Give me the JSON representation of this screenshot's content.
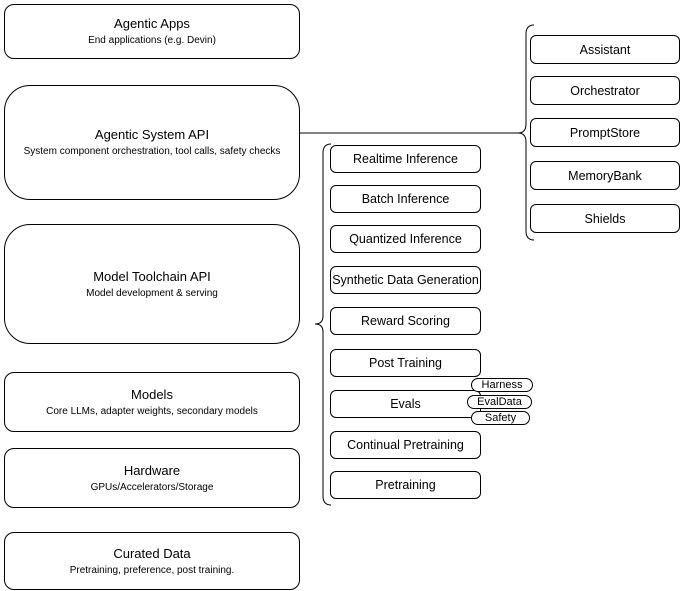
{
  "layers": [
    {
      "title": "Agentic Apps",
      "subtitle": "End applications (e.g. Devin)"
    },
    {
      "title": "Agentic System API",
      "subtitle": "System component orchestration, tool calls, safety checks"
    },
    {
      "title": "Model Toolchain API",
      "subtitle": "Model development & serving"
    },
    {
      "title": "Models",
      "subtitle": "Core LLMs, adapter weights, secondary models"
    },
    {
      "title": "Hardware",
      "subtitle": "GPUs/Accelerators/Storage"
    },
    {
      "title": "Curated Data",
      "subtitle": "Pretraining, preference, post training."
    }
  ],
  "toolchain": {
    "items": [
      "Realtime Inference",
      "Batch Inference",
      "Quantized Inference",
      "Synthetic Data Generation",
      "Reward Scoring",
      "Post Training",
      "Evals",
      "Continual Pretraining",
      "Pretraining"
    ]
  },
  "eval_tags": [
    "Harness",
    "EvalData",
    "Safety"
  ],
  "system_components": [
    "Assistant",
    "Orchestrator",
    "PromptStore",
    "MemoryBank",
    "Shields"
  ],
  "colors": {
    "stroke": "#000000",
    "fill": "#ffffff"
  }
}
